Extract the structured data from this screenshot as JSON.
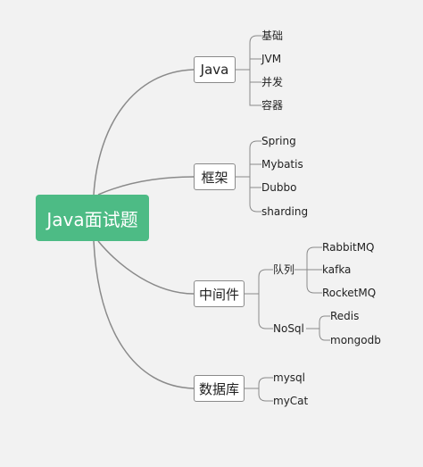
{
  "root": {
    "label": "Java面试题"
  },
  "branches": [
    {
      "label": "Java",
      "leaves": [
        "基础",
        "JVM",
        "并发",
        "容器"
      ]
    },
    {
      "label": "框架",
      "leaves": [
        "Spring",
        "Mybatis",
        "Dubbo",
        "sharding"
      ]
    },
    {
      "label": "中间件",
      "subgroups": [
        {
          "label": "队列",
          "leaves": [
            "RabbitMQ",
            "kafka",
            "RocketMQ"
          ]
        },
        {
          "label": "NoSql",
          "leaves": [
            "Redis",
            "mongodb"
          ]
        }
      ]
    },
    {
      "label": "数据库",
      "leaves": [
        "mysql",
        "myCat"
      ]
    }
  ],
  "colors": {
    "root_bg": "#4dbb85",
    "root_text": "#ffffff",
    "line": "#8a8a8a",
    "background": "#f2f2f2"
  }
}
